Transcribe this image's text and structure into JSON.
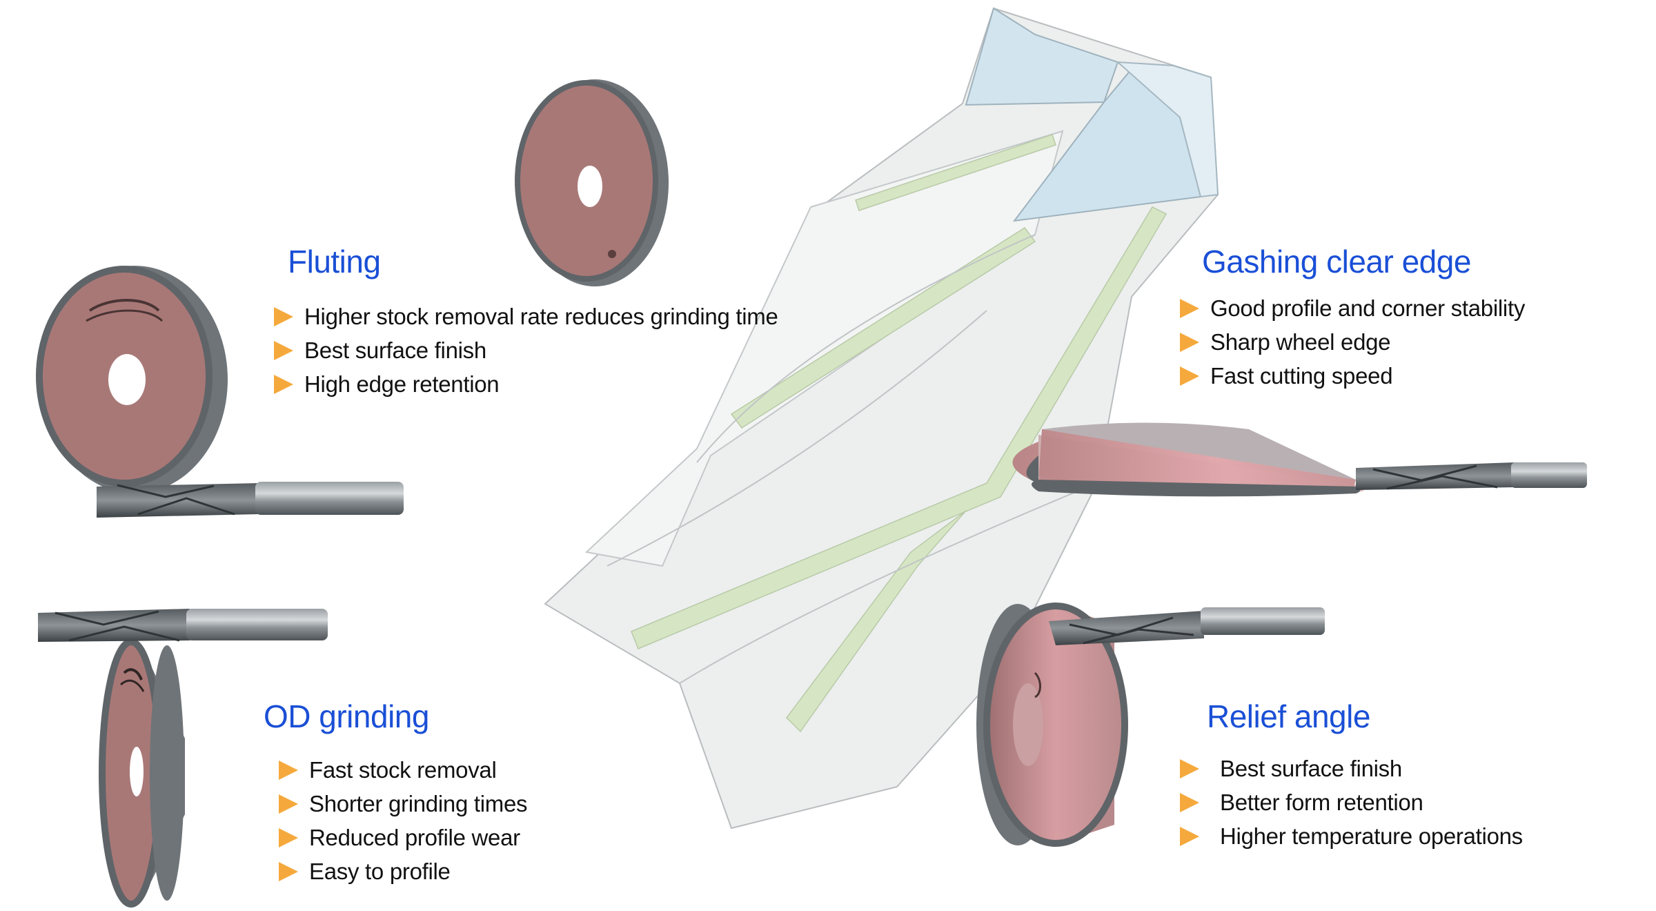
{
  "colors": {
    "heading": "#1a4fd6",
    "bullet_marker": "#f5a93c",
    "text": "#111111",
    "wheel_abrasive": "#a97a78",
    "wheel_abrasive_light": "#d9a0a5",
    "wheel_rim": "#6e7377",
    "drill_body": "#e9eceb",
    "drill_margin": "#d6e6c4",
    "drill_tip": "#cfe3ee"
  },
  "icons": {
    "bullet": "orange-triangle-bullet-icon"
  },
  "sections": {
    "fluting": {
      "title": "Fluting",
      "items": [
        "Higher stock removal rate reduces grinding time",
        "Best surface finish",
        "High edge retention"
      ]
    },
    "gashing": {
      "title": "Gashing clear edge",
      "items": [
        "Good profile and corner stability",
        "Sharp wheel edge",
        "Fast cutting speed"
      ]
    },
    "od_grinding": {
      "title": "OD grinding",
      "items": [
        "Fast stock removal",
        "Shorter grinding times",
        "Reduced profile wear",
        "Easy to profile"
      ]
    },
    "relief": {
      "title": "Relief angle",
      "items": [
        "Best surface finish",
        "Better form retention",
        "Higher temperature operations"
      ]
    }
  }
}
